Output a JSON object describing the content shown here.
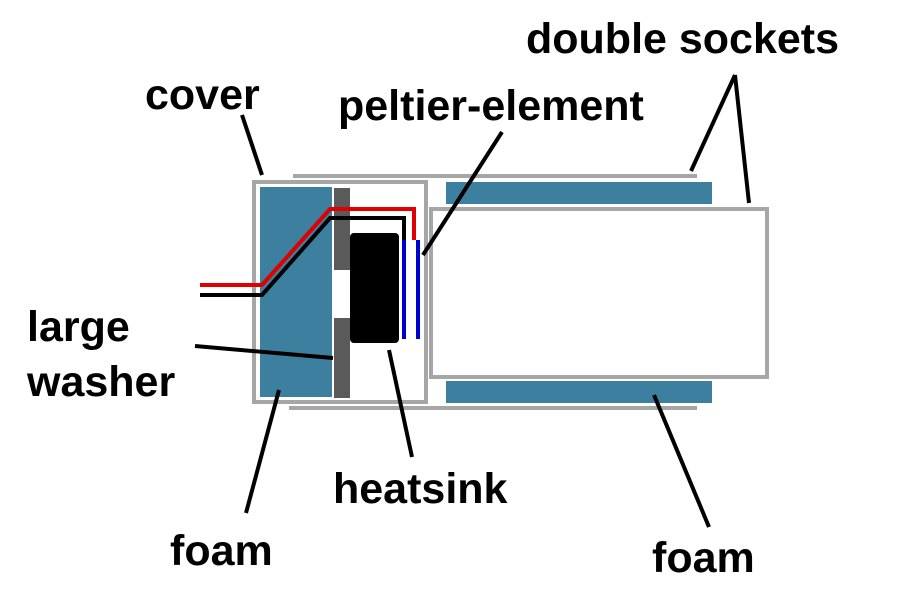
{
  "labels": {
    "double_sockets": "double sockets",
    "cover": "cover",
    "peltier_element": "peltier-element",
    "large_washer_line1": "large",
    "large_washer_line2": "washer",
    "heatsink": "heatsink",
    "foam_left": "foam",
    "foam_right": "foam"
  },
  "colors": {
    "foam": "#3d7f9e",
    "outline": "#a6a6a6",
    "washer": "#5a5a5a",
    "heatsink": "#000000",
    "peltier": "#0000cc",
    "wire_red": "#e00000",
    "wire_black": "#000000",
    "leader": "#000000"
  }
}
